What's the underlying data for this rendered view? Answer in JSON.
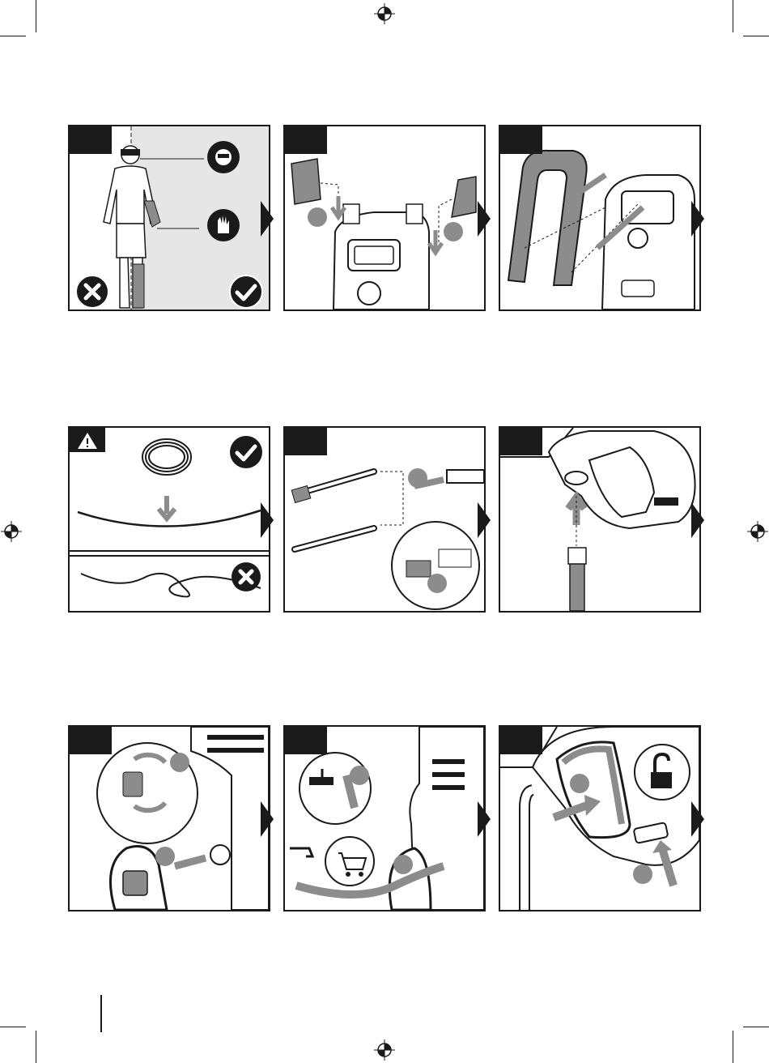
{
  "page": {
    "icons": {
      "registration": "registration-mark-icon",
      "check": "check-circle-icon",
      "cross": "cross-circle-icon",
      "warning": "warning-triangle-icon",
      "lock": "open-padlock-icon",
      "next": "next-step-arrow-icon"
    },
    "colors": {
      "ink": "#1a1a1a",
      "grey": "#8c8c8c",
      "light": "#e6e6e6",
      "paper": "#ffffff"
    }
  },
  "steps": [
    {
      "id": "safety-equipment",
      "icons": [
        "face-shield-icon",
        "gloves-icon",
        "check-circle-icon",
        "cross-circle-icon"
      ]
    },
    {
      "id": "attach-holders",
      "icons": [
        "holder-icon",
        "down-arrow-icon"
      ]
    },
    {
      "id": "attach-handle",
      "icons": [
        "handle-icon",
        "dotted-guide-icon"
      ]
    },
    {
      "id": "uncoil-hose",
      "icons": [
        "warning-triangle-icon",
        "hose-coil-icon",
        "check-circle-icon",
        "cross-circle-icon"
      ]
    },
    {
      "id": "connect-lances",
      "icons": [
        "lance-icon",
        "twist-arrow-icon"
      ]
    },
    {
      "id": "insert-lance-into-gun",
      "icons": [
        "spray-gun-icon",
        "up-arrow-icon"
      ]
    },
    {
      "id": "connect-water-inlet",
      "icons": [
        "inlet-connector-icon",
        "twist-arrow-icon"
      ]
    },
    {
      "id": "connect-garden-hose",
      "icons": [
        "tap-icon",
        "shopping-cart-icon",
        "garden-hose-icon"
      ]
    },
    {
      "id": "unlock-trigger",
      "icons": [
        "spray-gun-icon",
        "open-padlock-icon",
        "up-arrow-icon"
      ]
    }
  ]
}
